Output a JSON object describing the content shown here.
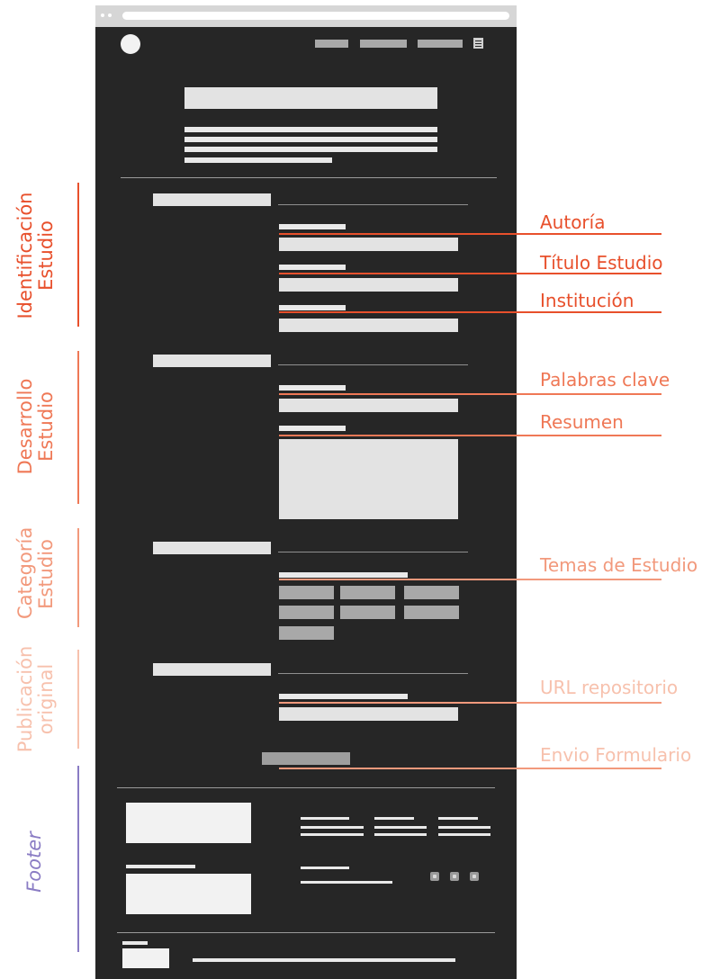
{
  "colors": {
    "identificacion": "#e8502c",
    "desarrollo": "#ef7856",
    "categoria": "#f2997c",
    "publicacion": "#f7c1ad",
    "footer": "#8a7cc4",
    "screen": "#262626",
    "block": "#e3e3e3"
  },
  "sections": [
    {
      "line1": "Identificación",
      "line2": "Estudio"
    },
    {
      "line1": "Desarrollo",
      "line2": "Estudio"
    },
    {
      "line1": "Categoría",
      "line2": "Estudio"
    },
    {
      "line1": "Publicación",
      "line2": "original"
    },
    {
      "line1": "Footer",
      "line2": ""
    }
  ],
  "annotations": [
    {
      "label": "Autoría"
    },
    {
      "label": "Título Estudio"
    },
    {
      "label": "Institución"
    },
    {
      "label": "Palabras clave"
    },
    {
      "label": "Resumen"
    },
    {
      "label": "Temas de Estudio"
    },
    {
      "label": "URL repositorio"
    },
    {
      "label": "Envio Formulario"
    }
  ]
}
